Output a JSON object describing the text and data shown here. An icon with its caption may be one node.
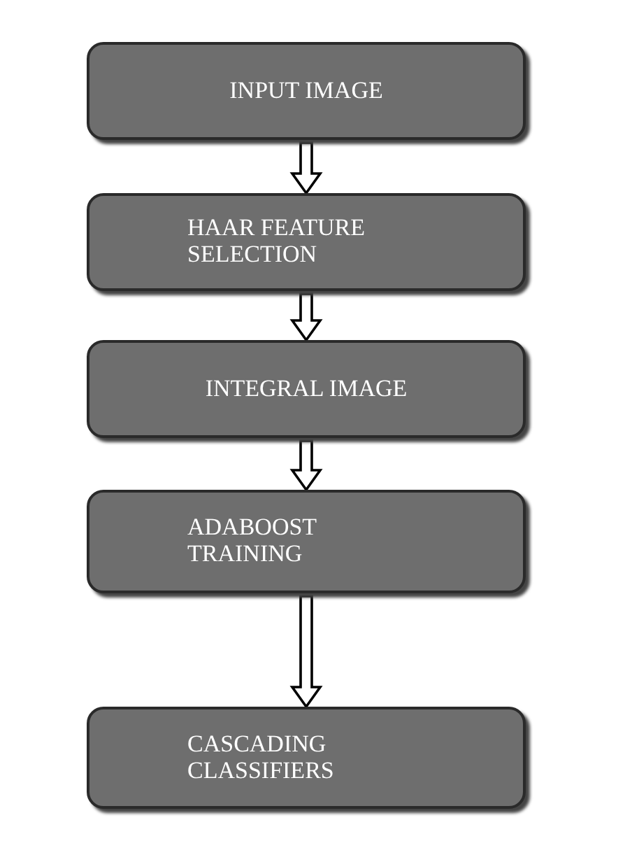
{
  "diagram": {
    "nodes": [
      {
        "text": [
          "INPUT IMAGE"
        ]
      },
      {
        "text": [
          "HAAR FEATURE SELECTION"
        ]
      },
      {
        "text": [
          "INTEGRAL IMAGE"
        ]
      },
      {
        "text": [
          "ADABOOST TRAINING"
        ]
      },
      {
        "text": [
          "CASCADING CLASSIFIERS"
        ]
      }
    ],
    "edges": [
      {
        "from": 0,
        "to": 1,
        "arrow": "to"
      },
      {
        "from": 1,
        "to": 2,
        "arrow": "to"
      },
      {
        "from": 2,
        "to": 3,
        "arrow": "to"
      },
      {
        "from": 3,
        "to": 4,
        "arrow": "to"
      }
    ]
  }
}
